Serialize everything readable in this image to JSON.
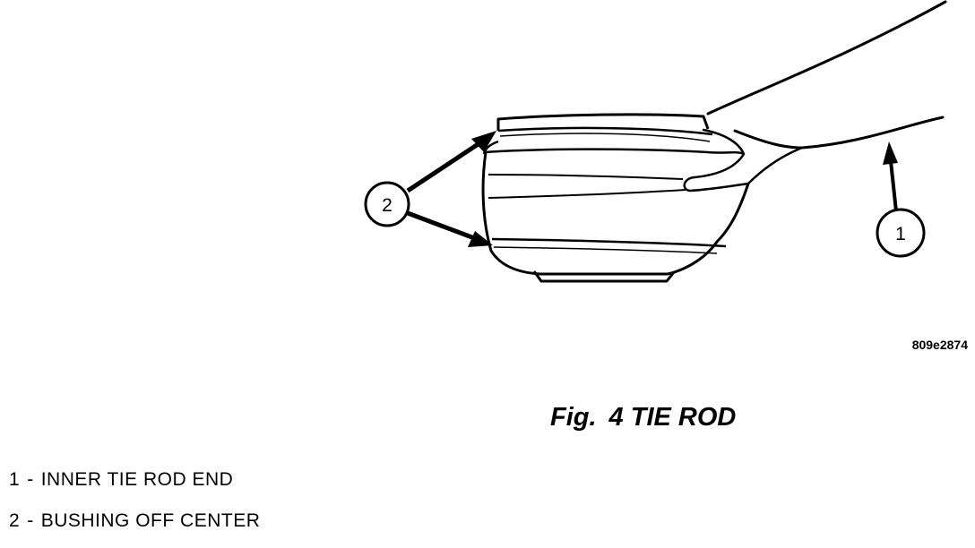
{
  "figure": {
    "label": "Fig.",
    "number": "4",
    "title": "TIE ROD",
    "drawing_id": "809e2874"
  },
  "callouts": [
    {
      "number": "1"
    },
    {
      "number": "2"
    }
  ],
  "legend": [
    {
      "number": "1",
      "separator": "-",
      "text": "INNER TIE ROD END"
    },
    {
      "number": "2",
      "separator": "-",
      "text": "BUSHING OFF CENTER"
    }
  ]
}
